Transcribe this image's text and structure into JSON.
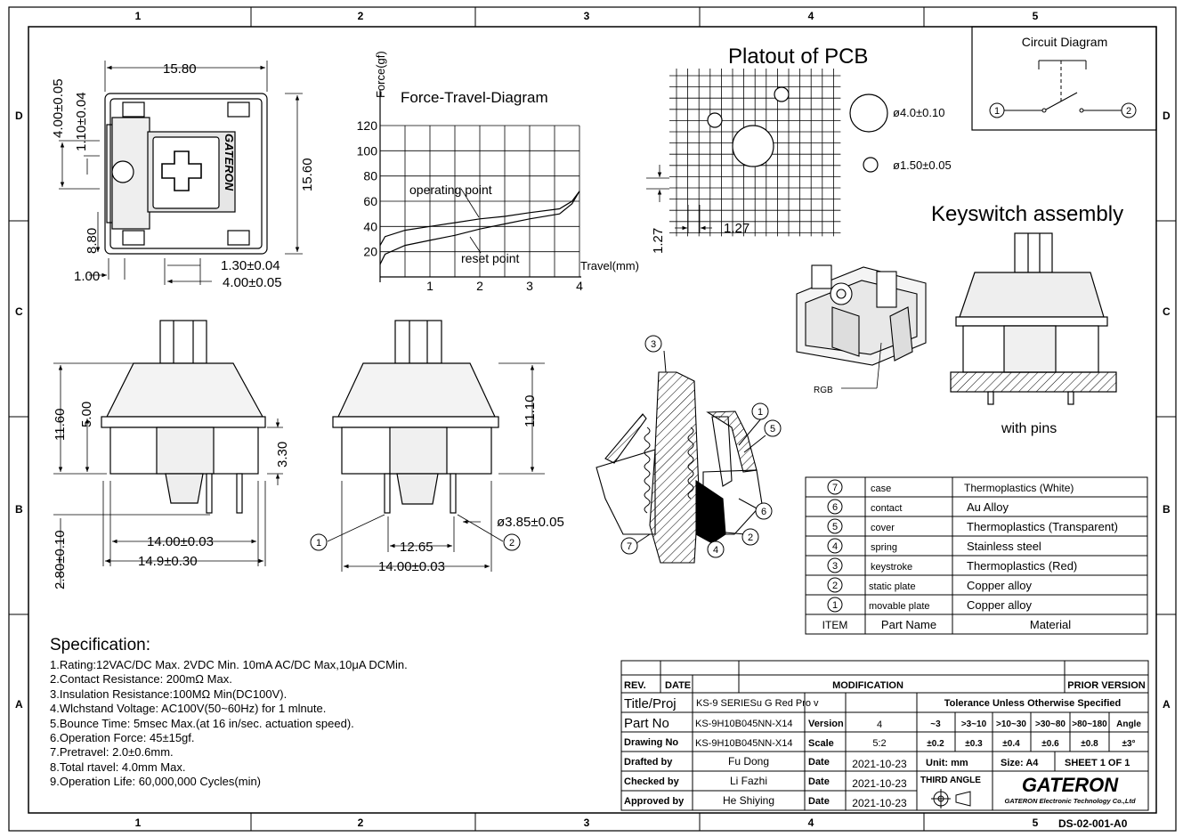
{
  "frame": {
    "cols": [
      "1",
      "2",
      "3",
      "4",
      "5"
    ],
    "rows": [
      "D",
      "C",
      "B",
      "A"
    ]
  },
  "top_view": {
    "dims": [
      "15.80",
      "4.00±0.05",
      "1.10±0.04",
      "15.60",
      "8.80",
      "1.00",
      "1.30±0.04",
      "4.00±0.05"
    ],
    "logo": "GATERON"
  },
  "force_diagram": {
    "title": "Force-Travel-Diagram",
    "y_label": "Force(gf)",
    "x_label": "Travel(mm)",
    "y_ticks": [
      "120",
      "100",
      "80",
      "60",
      "40",
      "20"
    ],
    "x_ticks": [
      "1",
      "2",
      "3",
      "4"
    ],
    "annotations": [
      "operating point",
      "reset point"
    ]
  },
  "chart_data": {
    "type": "line",
    "title": "Force-Travel-Diagram",
    "xlabel": "Travel(mm)",
    "ylabel": "Force(gf)",
    "xlim": [
      0,
      4
    ],
    "ylim": [
      0,
      120
    ],
    "series": [
      {
        "x": [
          0,
          0.1,
          0.5,
          1.0,
          1.5,
          2.0,
          2.5,
          3.0,
          3.6,
          3.85,
          4.0
        ],
        "y": [
          25,
          32,
          37,
          40,
          43,
          46,
          48,
          51,
          54,
          60,
          68
        ]
      },
      {
        "x": [
          0,
          0.1,
          0.5,
          1.0,
          1.5,
          2.0,
          2.5,
          3.0,
          3.6,
          3.85,
          4.0
        ],
        "y": [
          10,
          18,
          25,
          29,
          33,
          38,
          42,
          46,
          50,
          58,
          68
        ]
      }
    ]
  },
  "pcb": {
    "title": "Platout of PCB",
    "large_hole": "ø4.0±0.10",
    "small_hole": "ø1.50±0.05",
    "dim_x": "1.27",
    "dim_y": "1.27"
  },
  "circuit": {
    "title": "Circuit Diagram",
    "pins": [
      "1",
      "2"
    ]
  },
  "assembly": {
    "title": "Keyswitch assembly",
    "rgb": "RGB",
    "pins_caption": "with pins"
  },
  "front_view": {
    "dims": [
      "11.60",
      "5.00",
      "3.30",
      "2.80±0.10",
      "14.00±0.03",
      "14.9±0.30"
    ]
  },
  "side_view": {
    "dims": [
      "11.10",
      "ø3.85±0.05",
      "12.65",
      "14.00±0.03"
    ]
  },
  "callouts": [
    "1",
    "2",
    "3",
    "4",
    "5",
    "6",
    "7"
  ],
  "parts_table": {
    "rows": [
      {
        "item": "7",
        "name": "case",
        "material": "Thermoplastics (White)"
      },
      {
        "item": "6",
        "name": "contact",
        "material": "Au Alloy"
      },
      {
        "item": "5",
        "name": "cover",
        "material": "Thermoplastics (Transparent)"
      },
      {
        "item": "4",
        "name": "spring",
        "material": "Stainless steel"
      },
      {
        "item": "3",
        "name": "keystroke",
        "material": "Thermoplastics (Red)"
      },
      {
        "item": "2",
        "name": "static plate",
        "material": "Copper alloy"
      },
      {
        "item": "1",
        "name": "movable plate",
        "material": "Copper alloy"
      }
    ],
    "header": {
      "item": "ITEM",
      "name": "Part Name",
      "material": "Material"
    }
  },
  "specification": {
    "title": "Specification:",
    "items": [
      "1.Rating:12VAC/DC Max. 2VDC Min. 10mA AC/DC Max,10μA DCMin.",
      "2.Contact Resistance: 200mΩ Max.",
      "3.Insulation Resistance:100MΩ Min(DC100V).",
      "4.Wlchstand Voltage: AC100V(50~60Hz) for 1 mlnute.",
      "5.Bounce Time: 5msec Max.(at 16 in/sec. actuation speed).",
      "6.Operation Force: 45±15gf.",
      "7.Pretravel: 2.0±0.6mm.",
      "8.Total rtavel: 4.0mm Max.",
      "9.Operation Life: 60,000,000 Cycles(min)"
    ]
  },
  "title_block": {
    "rev": "REV.",
    "date": "DATE",
    "modification": "MODIFICATION",
    "prior_version": "PRIOR VERSION",
    "title_label": "Title/Proj",
    "title_value": "KS-9 SERIESu G Red Pro v",
    "part_label": "Part No",
    "part_value": "KS-9H10B045NN-X14",
    "version_label": "Version",
    "version_value": "4",
    "drawing_label": "Drawing No",
    "drawing_value": "KS-9H10B045NN-X14",
    "scale_label": "Scale",
    "scale_value": "5:2",
    "drafted_label": "Drafted by",
    "drafted_value": "Fu Dong",
    "checked_label": "Checked by",
    "checked_value": "Li Fazhi",
    "approved_label": "Approved by",
    "approved_value": "He Shiying",
    "date_label": "Date",
    "dates": [
      "2021-10-23",
      "2021-10-23",
      "2021-10-23"
    ],
    "tolerance_title": "Tolerance Unless Otherwise Specified",
    "tol_ranges": [
      "~3",
      ">3~10",
      ">10~30",
      ">30~80",
      ">80~180",
      "Angle"
    ],
    "tol_values": [
      "±0.2",
      "±0.3",
      "±0.4",
      "±0.6",
      "±0.8",
      "±3°"
    ],
    "unit": "Unit: mm",
    "size": "Size: A4",
    "sheet": "SHEET 1 OF 1",
    "third_angle": "THIRD ANGLE",
    "company_logo": "GATERON",
    "company_name": "GATERON Electronic Technology Co.,Ltd",
    "doc_no": "DS-02-001-A0"
  }
}
